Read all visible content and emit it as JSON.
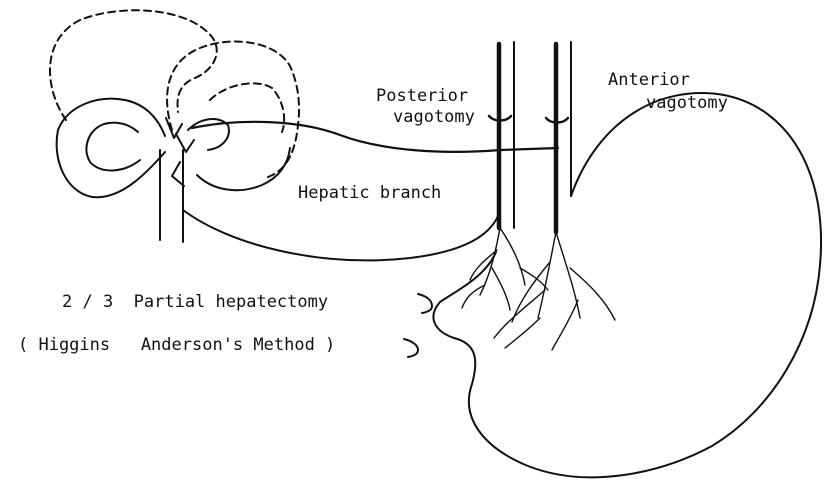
{
  "labels": {
    "posterior_line1": "Posterior",
    "posterior_line2": "vagotomy",
    "anterior_line1": "Anterior",
    "anterior_line2": "vagotomy",
    "hepatic_branch": "Hepatic branch",
    "partial_hepatectomy": "2 / 3  Partial hepatectomy",
    "method": "( Higgins   Anderson's Method )"
  },
  "colors": {
    "ink": "#111111",
    "background": "#ffffff"
  }
}
